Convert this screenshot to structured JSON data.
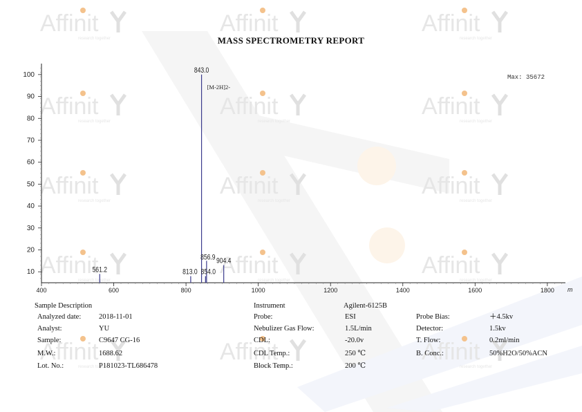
{
  "title": "MASS SPECTROMETRY REPORT",
  "watermark": {
    "brand_text": "Affinit",
    "tagline": "research together",
    "colors": {
      "text": "#e6e6e6",
      "dot": "#f4c28c",
      "y_mark": "#e0e0e0"
    }
  },
  "chart_data": {
    "type": "bar",
    "title": "",
    "xlabel": "",
    "x_unit_label": "m",
    "ylabel": "",
    "xlim": [
      400,
      1850
    ],
    "ylim": [
      5,
      105
    ],
    "x_ticks": [
      "400",
      "600",
      "800",
      "1000",
      "1200",
      "1400",
      "1600",
      "1800"
    ],
    "x_tick_values": [
      400,
      600,
      800,
      1000,
      1200,
      1400,
      1600,
      1800
    ],
    "y_ticks": [
      "10",
      "20",
      "30",
      "40",
      "50",
      "60",
      "70",
      "80",
      "90",
      "100"
    ],
    "y_tick_values": [
      10,
      20,
      30,
      40,
      50,
      60,
      70,
      80,
      90,
      100
    ],
    "max_label": "Max: 35672",
    "peaks": [
      {
        "mz": 561.2,
        "intensity": 9,
        "label": "561.2"
      },
      {
        "mz": 813.0,
        "intensity": 8,
        "label": "813.0"
      },
      {
        "mz": 843.0,
        "intensity": 100,
        "label": "843.0",
        "annotation": "[M-2H]2-"
      },
      {
        "mz": 854.0,
        "intensity": 8,
        "label": "854.0"
      },
      {
        "mz": 856.9,
        "intensity": 15,
        "label": "856.9"
      },
      {
        "mz": 904.4,
        "intensity": 13,
        "label": "904.4"
      }
    ],
    "colors": {
      "peak": "#3a3a8c",
      "axis": "#222222",
      "tick": "#888888"
    }
  },
  "sample": {
    "heading": "Sample Description",
    "rows": [
      {
        "label": "Analyzed date:",
        "value": "2018-11-01"
      },
      {
        "label": "Analyst:",
        "value": "YU"
      },
      {
        "label": "Sample:",
        "value": "C9647 CG-16"
      },
      {
        "label": "M.W.:",
        "value": "1688.62"
      },
      {
        "label": "Lot. No.:",
        "value": "P181023-TL686478"
      }
    ]
  },
  "instrument": {
    "heading": "Instrument",
    "model": "Agilent-6125B",
    "rows": [
      {
        "label": "Probe:",
        "value": "ESI"
      },
      {
        "label": "Nebulizer Gas Flow:",
        "value": "1.5L/min"
      },
      {
        "label": "CDL:",
        "value": "-20.0v"
      },
      {
        "label": "CDL Temp.:",
        "value": "250 ℃"
      },
      {
        "label": "Block Temp.:",
        "value": "200 ℃"
      }
    ]
  },
  "settings": {
    "rows": [
      {
        "label": "Probe Bias:",
        "value": "＋4.5kv"
      },
      {
        "label": "Detector:",
        "value": "1.5kv"
      },
      {
        "label": "T. Flow:",
        "value": "0.2ml/min"
      },
      {
        "label": "B. Conc.:",
        "value": "50%H2O/50%ACN"
      }
    ]
  }
}
